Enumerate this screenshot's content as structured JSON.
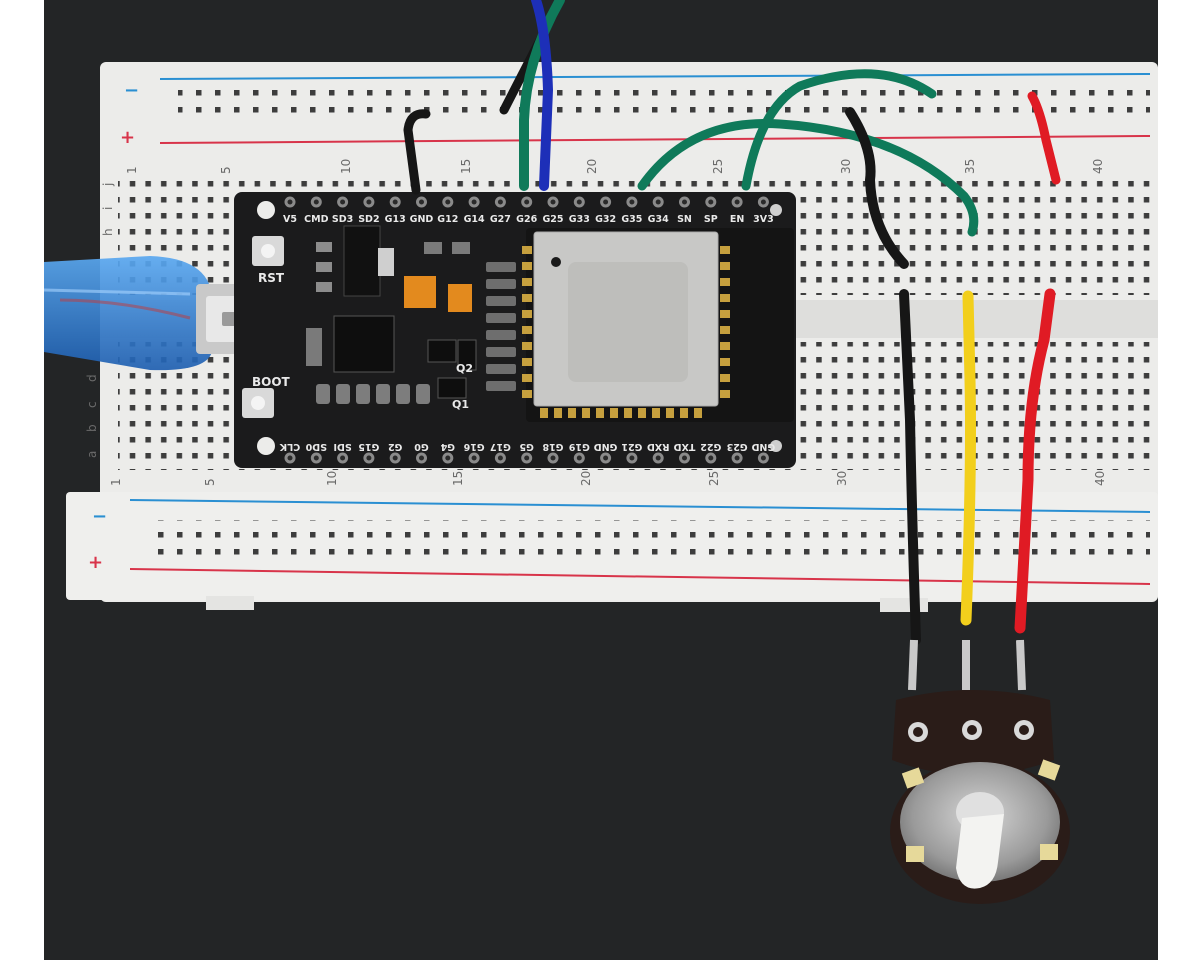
{
  "breadboard": {
    "rail_minus": "−",
    "rail_plus": "+",
    "top_numbers": [
      "1",
      "5",
      "10",
      "15",
      "20",
      "25",
      "30",
      "35",
      "40"
    ],
    "bottom_numbers": [
      "1",
      "5",
      "10",
      "15",
      "20",
      "25",
      "30",
      "40"
    ],
    "row_letters_top": [
      "j",
      "i",
      "h"
    ],
    "row_letters_bottom": [
      "d",
      "c",
      "b",
      "a"
    ]
  },
  "board": {
    "top_pins": [
      "V5",
      "CMD",
      "SD3",
      "SD2",
      "G13",
      "GND",
      "G12",
      "G14",
      "G27",
      "G26",
      "G25",
      "G33",
      "G32",
      "G35",
      "G34",
      "SN",
      "SP",
      "EN",
      "3V3"
    ],
    "bottom_pins": [
      "CLK",
      "SD0",
      "SDI",
      "G15",
      "G2",
      "G0",
      "G4",
      "G16",
      "G17",
      "G5",
      "G18",
      "G19",
      "GND",
      "G21",
      "RXD",
      "TXD",
      "G22",
      "G23",
      "GND"
    ],
    "rst_label": "RST",
    "boot_label": "BOOT",
    "q2_label": "Q2",
    "q1_label": "Q1"
  },
  "wire_colors": {
    "green": "#0f7a5a",
    "blue": "#1d2fb8",
    "black": "#161616",
    "red": "#e01b24",
    "yellow": "#f2cf1c"
  }
}
